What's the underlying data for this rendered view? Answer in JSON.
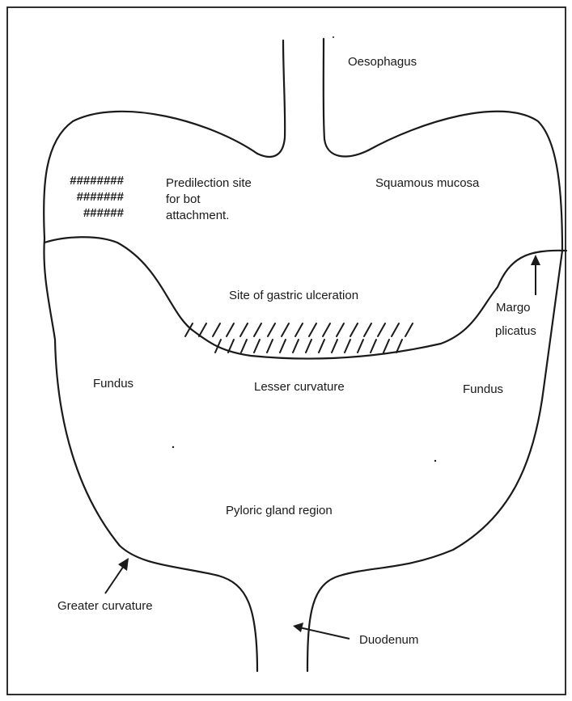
{
  "labels": {
    "oesophagus": "Oesophagus",
    "squamous_mucosa": "Squamous mucosa",
    "predilection_line1": "Predilection site",
    "predilection_line2": "for bot",
    "predilection_line3": "attachment.",
    "site_ulceration": "Site of gastric ulceration",
    "margo_line1": "Margo",
    "margo_line2": "plicatus",
    "fundus_left": "Fundus",
    "lesser_curvature": "Lesser curvature",
    "fundus_right": "Fundus",
    "pyloric_gland": "Pyloric gland region",
    "greater_curvature": "Greater curvature",
    "duodenum": "Duodenum"
  },
  "hash_marks": {
    "row1": "########",
    "row2": "#######",
    "row3": "######"
  }
}
